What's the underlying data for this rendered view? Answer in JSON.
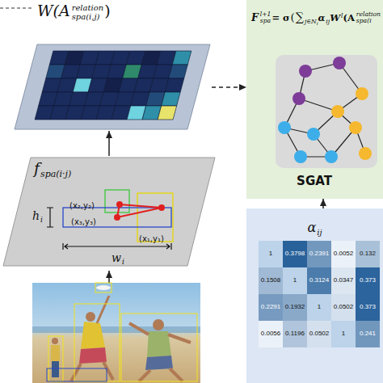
{
  "diagram": {
    "nodes": [
      {
        "text": [
          "W(A",
          "relation",
          "spa(i,j)",
          ")"
        ]
      },
      {
        "text": [
          "f",
          "spa(i·j)",
          "(x₂,y₂)",
          "(x₁,y₁)",
          "(x₃,y₃)",
          "h",
          "i",
          "w",
          "i"
        ]
      },
      {
        "text": [
          "F",
          "l+1",
          "spa",
          "= σ",
          "(",
          "∑",
          "j∈N",
          "i",
          "α",
          "ij",
          "W",
          "l",
          "(A",
          "relation",
          "spa(i",
          "SGAT"
        ]
      },
      {
        "text": [
          "α",
          "ij"
        ]
      }
    ],
    "edges": [
      {
        "from": 1,
        "to": 0,
        "arrow": "to"
      },
      {
        "from": 0,
        "to": 2,
        "arrow": "to"
      },
      {
        "from": 3,
        "to": 2,
        "arrow": "to"
      }
    ],
    "labels": [
      "1",
      "0.3798",
      "0.2391",
      "0.0052",
      "0.132",
      "0.1508",
      "1",
      "0.3124",
      "0.0347",
      "0.373",
      "0.2291",
      "0.1932",
      "1",
      "0.0502",
      "0.373",
      "0.0056",
      "0.1196",
      "0.0502",
      "1",
      "0.241"
    ]
  }
}
